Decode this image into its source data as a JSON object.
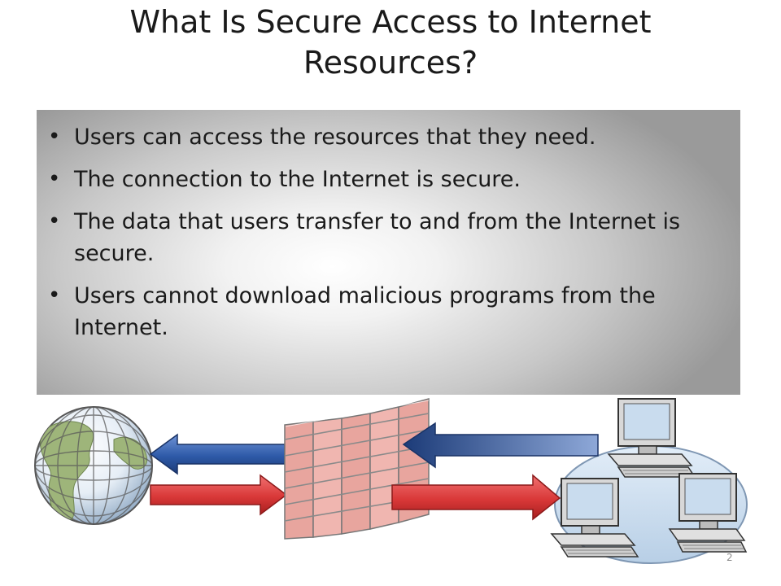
{
  "slide": {
    "title_line1": "What Is Secure Access to Internet",
    "title_line2": "Resources?",
    "bullets": [
      "Users can access the resources that they need.",
      "The connection to the Internet is secure.",
      "The data that users transfer to and from the Internet is secure.",
      "Users cannot download malicious programs from the Internet."
    ],
    "slide_number": "2"
  },
  "diagram": {
    "icons": [
      "globe-icon",
      "firewall-icon",
      "computer-icon"
    ],
    "colors": {
      "outbound_arrow": "#2e5aa8",
      "inbound_arrow": "#d93838",
      "brick": "#f0b6b0",
      "lan_ellipse": "#cfe0f2"
    }
  }
}
